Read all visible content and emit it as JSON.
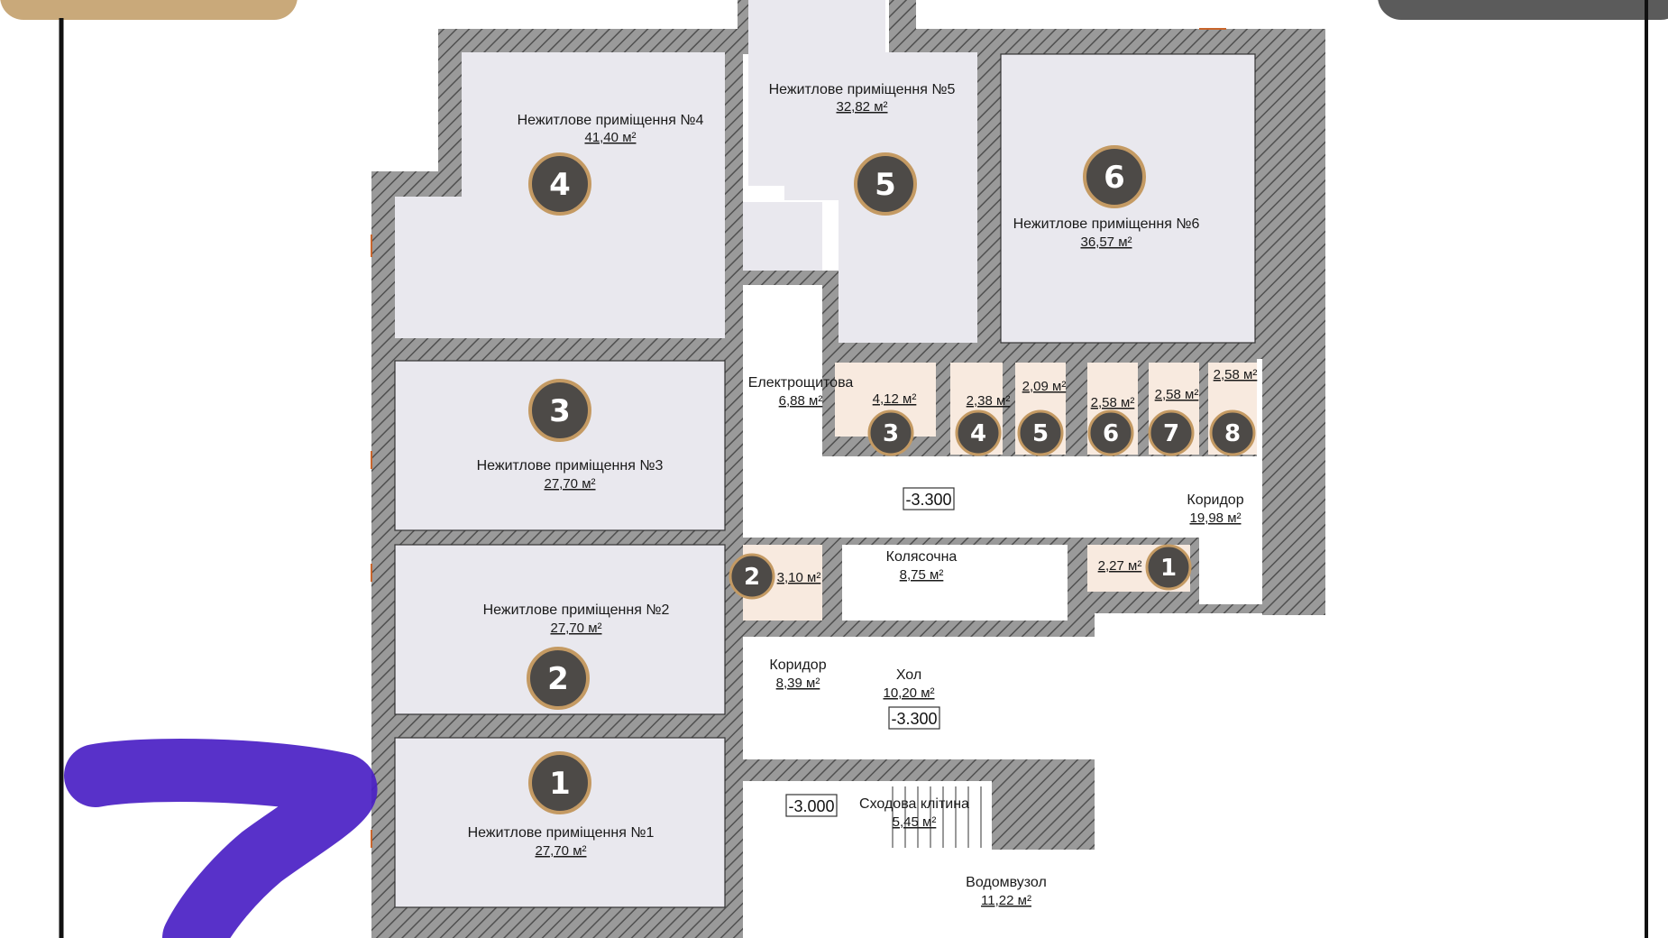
{
  "colors": {
    "wall": "#8c8c8c",
    "hatch": "#555555",
    "room": "#e9e8ee",
    "storage": "#f8eadf",
    "badge": "#4d4a47",
    "badge_ring": "#c49a63",
    "gold_tab": "#c9a97a",
    "gray_tab": "#5b5b5b",
    "marker": "#4a1fc4"
  },
  "premises": [
    {
      "label": "Нежитлове приміщення №1",
      "area": "27,70 м²",
      "badge": "1"
    },
    {
      "label": "Нежитлове приміщення №2",
      "area": "27,70 м²",
      "badge": "2"
    },
    {
      "label": "Нежитлове приміщення №3",
      "area": "27,70 м²",
      "badge": "3"
    },
    {
      "label": "Нежитлове приміщення №4",
      "area": "41,40 м²",
      "badge": "4"
    },
    {
      "label": "Нежитлове приміщення №5",
      "area": "32,82 м²",
      "badge": "5"
    },
    {
      "label": "Нежитлове приміщення №6",
      "area": "36,57 м²",
      "badge": "6"
    }
  ],
  "storage": [
    {
      "area": "2,27 м²",
      "badge": "1"
    },
    {
      "area": "3,10 м²",
      "badge": "2"
    },
    {
      "area": "4,12 м²",
      "badge": "3"
    },
    {
      "area": "2,38 м²",
      "badge": "4"
    },
    {
      "area": "2,09 м²",
      "badge": "5"
    },
    {
      "area": "2,58 м²",
      "badge": "6"
    },
    {
      "area": "2,58 м²",
      "badge": "7"
    },
    {
      "area": "2,58 м²",
      "badge": "8"
    }
  ],
  "common": {
    "electrical": {
      "label": "Електрощитова",
      "area": "6,88 м²"
    },
    "corridor_upper": {
      "label": "Коридор",
      "area": "19,98 м²"
    },
    "stroller": {
      "label": "Колясочна",
      "area": "8,75 м²"
    },
    "corridor_lower": {
      "label": "Коридор",
      "area": "8,39 м²"
    },
    "hall": {
      "label": "Хол",
      "area": "10,20 м²"
    },
    "stairwell": {
      "label": "Сходова клітина",
      "area": "5,45 м²"
    },
    "water": {
      "label": "Водомвузол",
      "area": "11,22 м²"
    }
  },
  "levels": {
    "corridor": "-3.300",
    "hall": "-3.300",
    "stairs": "-3.000"
  }
}
